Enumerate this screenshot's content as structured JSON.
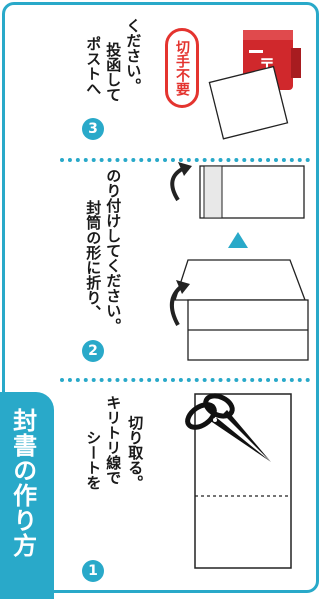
{
  "title": "封書の作り方",
  "steps": [
    {
      "number": "1",
      "line1": "シートを",
      "line2": "キリトリ線で",
      "line3": "切り取る。"
    },
    {
      "number": "2",
      "line1": "封筒の形に折り、",
      "line2": "のり付けしてください。"
    },
    {
      "number": "3",
      "line1": "ポストへ",
      "line2": "投函して",
      "line3": "ください。"
    }
  ],
  "stamp_label": "切手不要",
  "colors": {
    "accent": "#29a9c9",
    "red": "#e4342f",
    "ink": "#1a1a1a"
  },
  "icons": [
    "scissors-icon",
    "fold-arrow-icon",
    "triangle-arrow-icon",
    "mailbox-icon"
  ]
}
